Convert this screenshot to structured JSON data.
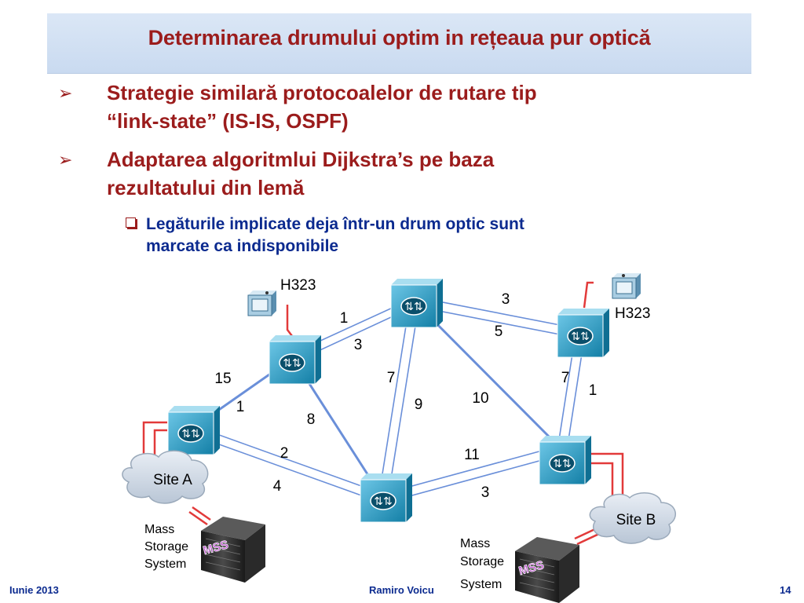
{
  "slide": {
    "title": "Determinarea drumului optim in rețeaua pur optică",
    "bullets": [
      {
        "line1": "Strategie similară protocoalelor de rutare tip",
        "line2": "“link-state” (IS-IS, OSPF)"
      },
      {
        "line1": "Adaptarea algoritmlui Dijkstra’s pe baza",
        "line2": "rezultatului din lemă"
      }
    ],
    "sub_bullet": {
      "line1": "Legăturile implicate deja într-un drum optic sunt",
      "line2": "marcate ca indisponibile"
    }
  },
  "diagram": {
    "link_weights": [
      "1",
      "3",
      "15",
      "1",
      "8",
      "7",
      "9",
      "3",
      "5",
      "10",
      "7",
      "1",
      "2",
      "4",
      "11",
      "3"
    ],
    "h323_left": "H323",
    "h323_right": "H323",
    "site_a": "Site A",
    "site_b": "Site B",
    "mss_left": {
      "line1": "Mass",
      "line2": "Storage",
      "line3": "System",
      "badge": "MSS"
    },
    "mss_right": {
      "line1": "Mass",
      "line2": "Storage",
      "line3": "System",
      "badge": "MSS"
    },
    "colors": {
      "link": "#6a8fd9",
      "access": "#e23a3a",
      "router": "#2aa0c7"
    }
  },
  "footer": {
    "left": "Iunie 2013",
    "center": "Ramiro Voicu",
    "right": "14"
  }
}
